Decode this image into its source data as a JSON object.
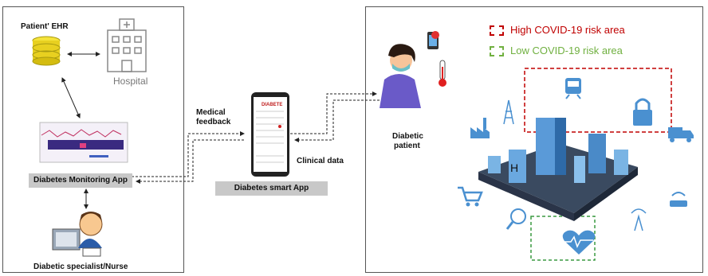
{
  "labels": {
    "patient_ehr": "Patient' EHR",
    "hospital": "Hospital",
    "monitoring_app": "Diabetes Monitoring  App",
    "specialist": "Diabetic specialist/Nurse",
    "medical_feedback_line1": "Medical",
    "medical_feedback_line2": "feedback",
    "smart_app": "Diabetes smart App",
    "clinical_data": "Clinical data",
    "diabetic_line1": "Diabetic",
    "diabetic_line2": "patient",
    "phone_brand": "DIABETE"
  },
  "legend": {
    "high_risk": "High COVID-19 risk area",
    "low_risk": "Low COVID-19 risk area",
    "high_color": "#c00000",
    "low_color": "#70b040"
  },
  "icons": [
    "database-icon",
    "hospital-icon",
    "monitor-screen-icon",
    "doctor-icon",
    "smartphone-icon",
    "patient-icon",
    "map-phone-icon",
    "thermometer-icon",
    "train-icon",
    "lock-icon",
    "factory-icon",
    "tower-icon",
    "truck-icon",
    "cart-icon",
    "wifi-router-icon",
    "antenna-icon",
    "search-chart-icon",
    "heart-icon",
    "city-icon"
  ]
}
